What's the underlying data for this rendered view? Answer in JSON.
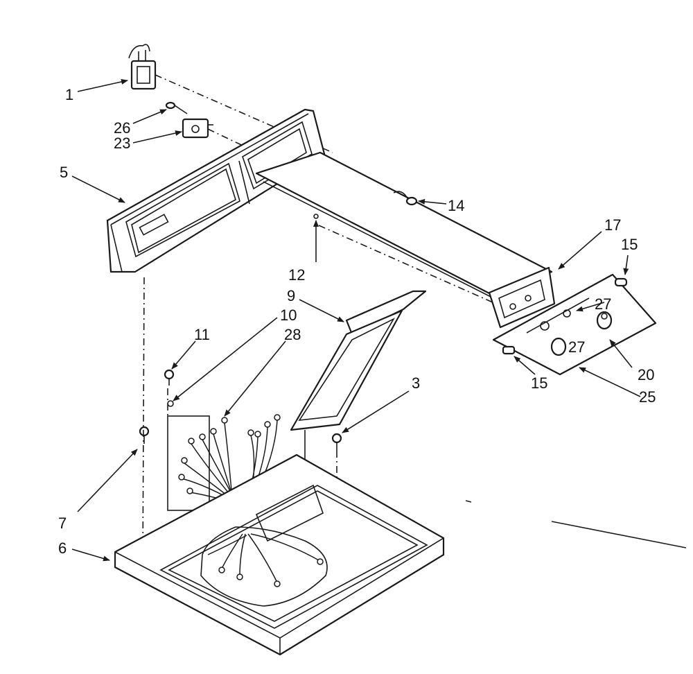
{
  "diagram": {
    "callouts": {
      "c1": "1",
      "c26": "26",
      "c23": "23",
      "c5": "5",
      "c14": "14",
      "c17": "17",
      "c15a": "15",
      "c12": "12",
      "c9": "9",
      "c10": "10",
      "c28": "28",
      "c11": "11",
      "c27a": "27",
      "c27b": "27",
      "c20": "20",
      "c15b": "15",
      "c25": "25",
      "c3": "3",
      "c7": "7",
      "c6": "6"
    },
    "colors": {
      "line": "#1a1a1a",
      "background": "#ffffff"
    }
  }
}
